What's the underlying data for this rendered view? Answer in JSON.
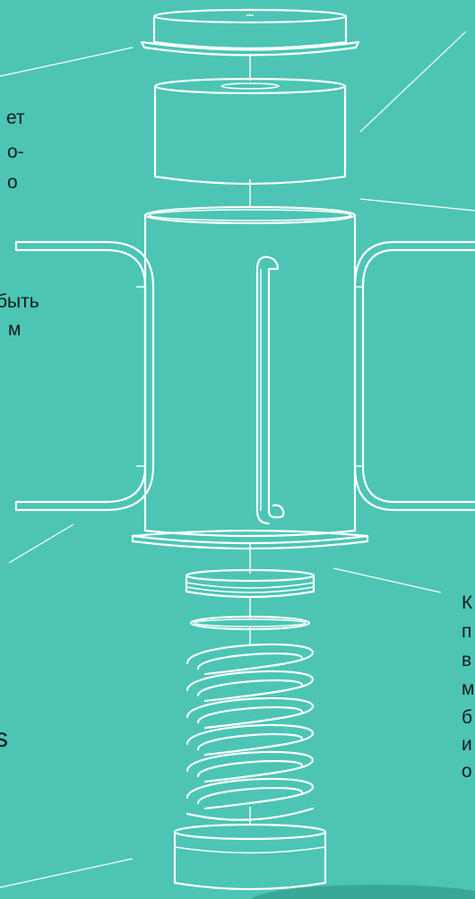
{
  "labels": {
    "left_top": [
      "ет",
      "о-",
      "о"
    ],
    "left_mid": [
      "быть",
      "м"
    ],
    "left_bottom": "s",
    "right": [
      "К",
      "п",
      "в",
      "м",
      "б",
      "и",
      "о"
    ]
  },
  "colors": {
    "background": "#4cc5b5",
    "stroke": "#ffffff",
    "shadow": "#3aa898",
    "text": "#1a1a1a"
  }
}
